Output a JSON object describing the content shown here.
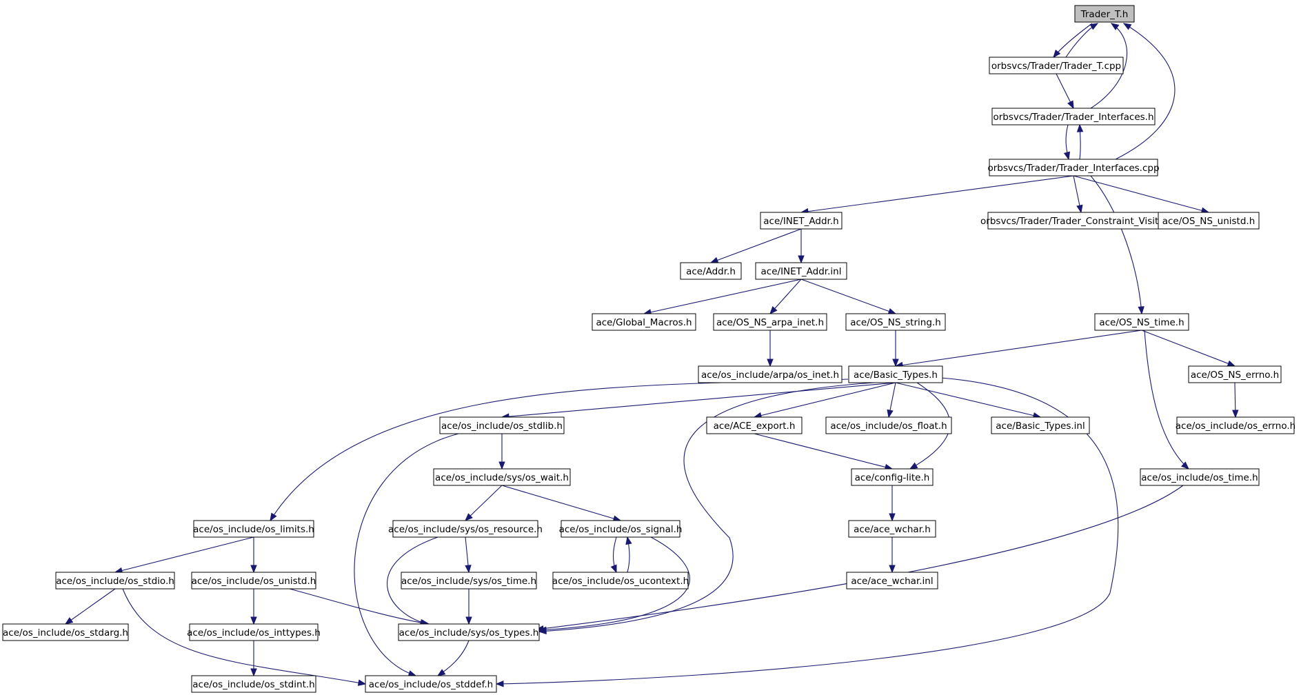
{
  "diagram": {
    "colors": {
      "edge": "#191970",
      "node_border": "#000000",
      "root_fill": "#bfbfbf",
      "node_fill": "#ffffff"
    },
    "nodes": [
      {
        "id": "trader_t_h",
        "label": "Trader_T.h",
        "root": true
      },
      {
        "id": "trader_t_cpp",
        "label": "orbsvcs/Trader/Trader_T.cpp"
      },
      {
        "id": "trader_interfaces_h",
        "label": "orbsvcs/Trader/Trader_Interfaces.h"
      },
      {
        "id": "trader_interfaces_cpp",
        "label": "orbsvcs/Trader/Trader_Interfaces.cpp"
      },
      {
        "id": "inet_addr_h",
        "label": "ace/INET_Addr.h"
      },
      {
        "id": "constraint_visitors_h",
        "label": "orbsvcs/Trader/Trader_Constraint_Visitors.h"
      },
      {
        "id": "os_ns_unistd_h",
        "label": "ace/OS_NS_unistd.h"
      },
      {
        "id": "addr_h",
        "label": "ace/Addr.h"
      },
      {
        "id": "inet_addr_inl",
        "label": "ace/INET_Addr.inl"
      },
      {
        "id": "global_macros_h",
        "label": "ace/Global_Macros.h"
      },
      {
        "id": "os_ns_arpa_inet_h",
        "label": "ace/OS_NS_arpa_inet.h"
      },
      {
        "id": "os_ns_string_h",
        "label": "ace/OS_NS_string.h"
      },
      {
        "id": "os_ns_time_h",
        "label": "ace/OS_NS_time.h"
      },
      {
        "id": "os_inet_h",
        "label": "ace/os_include/arpa/os_inet.h"
      },
      {
        "id": "basic_types_h",
        "label": "ace/Basic_Types.h"
      },
      {
        "id": "os_ns_errno_h",
        "label": "ace/OS_NS_errno.h"
      },
      {
        "id": "os_stdlib_h",
        "label": "ace/os_include/os_stdlib.h"
      },
      {
        "id": "ace_export_h",
        "label": "ace/ACE_export.h"
      },
      {
        "id": "os_float_h",
        "label": "ace/os_include/os_float.h"
      },
      {
        "id": "basic_types_inl",
        "label": "ace/Basic_Types.inl"
      },
      {
        "id": "os_errno_h",
        "label": "ace/os_include/os_errno.h"
      },
      {
        "id": "os_wait_h",
        "label": "ace/os_include/sys/os_wait.h"
      },
      {
        "id": "config_lite_h",
        "label": "ace/config-lite.h"
      },
      {
        "id": "os_time_h",
        "label": "ace/os_include/os_time.h"
      },
      {
        "id": "os_limits_h",
        "label": "ace/os_include/os_limits.h"
      },
      {
        "id": "os_resource_h",
        "label": "ace/os_include/sys/os_resource.h"
      },
      {
        "id": "os_signal_h",
        "label": "ace/os_include/os_signal.h"
      },
      {
        "id": "ace_wchar_h",
        "label": "ace/ace_wchar.h"
      },
      {
        "id": "os_stdio_h",
        "label": "ace/os_include/os_stdio.h"
      },
      {
        "id": "os_unistd_h",
        "label": "ace/os_include/os_unistd.h"
      },
      {
        "id": "sys_os_time_h",
        "label": "ace/os_include/sys/os_time.h"
      },
      {
        "id": "os_ucontext_h",
        "label": "ace/os_include/os_ucontext.h"
      },
      {
        "id": "ace_wchar_inl",
        "label": "ace/ace_wchar.inl"
      },
      {
        "id": "os_stdarg_h",
        "label": "ace/os_include/os_stdarg.h"
      },
      {
        "id": "os_inttypes_h",
        "label": "ace/os_include/os_inttypes.h"
      },
      {
        "id": "os_types_h",
        "label": "ace/os_include/sys/os_types.h"
      },
      {
        "id": "os_stdint_h",
        "label": "ace/os_include/os_stdint.h"
      },
      {
        "id": "os_stddef_h",
        "label": "ace/os_include/os_stddef.h"
      }
    ],
    "edges": [
      {
        "from": "trader_t_h",
        "to": "trader_t_cpp"
      },
      {
        "from": "trader_t_cpp",
        "to": "trader_t_h"
      },
      {
        "from": "trader_t_cpp",
        "to": "trader_interfaces_h"
      },
      {
        "from": "trader_interfaces_h",
        "to": "trader_t_h"
      },
      {
        "from": "trader_interfaces_h",
        "to": "trader_interfaces_cpp"
      },
      {
        "from": "trader_interfaces_cpp",
        "to": "trader_interfaces_h"
      },
      {
        "from": "trader_interfaces_cpp",
        "to": "trader_t_h"
      },
      {
        "from": "trader_interfaces_cpp",
        "to": "inet_addr_h"
      },
      {
        "from": "trader_interfaces_cpp",
        "to": "constraint_visitors_h"
      },
      {
        "from": "trader_interfaces_cpp",
        "to": "os_ns_unistd_h"
      },
      {
        "from": "trader_interfaces_cpp",
        "to": "os_ns_time_h"
      },
      {
        "from": "inet_addr_h",
        "to": "addr_h"
      },
      {
        "from": "inet_addr_h",
        "to": "inet_addr_inl"
      },
      {
        "from": "inet_addr_inl",
        "to": "global_macros_h"
      },
      {
        "from": "inet_addr_inl",
        "to": "os_ns_arpa_inet_h"
      },
      {
        "from": "inet_addr_inl",
        "to": "os_ns_string_h"
      },
      {
        "from": "os_ns_arpa_inet_h",
        "to": "os_inet_h"
      },
      {
        "from": "os_ns_string_h",
        "to": "basic_types_h"
      },
      {
        "from": "os_ns_time_h",
        "to": "basic_types_h"
      },
      {
        "from": "os_ns_time_h",
        "to": "os_ns_errno_h"
      },
      {
        "from": "os_ns_time_h",
        "to": "os_time_h"
      },
      {
        "from": "os_ns_errno_h",
        "to": "os_errno_h"
      },
      {
        "from": "basic_types_h",
        "to": "os_limits_h"
      },
      {
        "from": "basic_types_h",
        "to": "os_stdlib_h"
      },
      {
        "from": "basic_types_h",
        "to": "os_types_h"
      },
      {
        "from": "basic_types_h",
        "to": "ace_export_h"
      },
      {
        "from": "basic_types_h",
        "to": "os_float_h"
      },
      {
        "from": "basic_types_h",
        "to": "config_lite_h"
      },
      {
        "from": "basic_types_h",
        "to": "basic_types_inl"
      },
      {
        "from": "basic_types_h",
        "to": "os_stddef_h"
      },
      {
        "from": "os_stdlib_h",
        "to": "os_wait_h"
      },
      {
        "from": "os_stdlib_h",
        "to": "os_stddef_h"
      },
      {
        "from": "ace_export_h",
        "to": "config_lite_h"
      },
      {
        "from": "config_lite_h",
        "to": "ace_wchar_h"
      },
      {
        "from": "ace_wchar_h",
        "to": "ace_wchar_inl"
      },
      {
        "from": "os_wait_h",
        "to": "os_resource_h"
      },
      {
        "from": "os_wait_h",
        "to": "os_signal_h"
      },
      {
        "from": "os_resource_h",
        "to": "sys_os_time_h"
      },
      {
        "from": "os_resource_h",
        "to": "os_types_h"
      },
      {
        "from": "os_signal_h",
        "to": "os_ucontext_h"
      },
      {
        "from": "os_ucontext_h",
        "to": "os_signal_h"
      },
      {
        "from": "os_signal_h",
        "to": "os_types_h"
      },
      {
        "from": "sys_os_time_h",
        "to": "os_types_h"
      },
      {
        "from": "os_time_h",
        "to": "os_types_h"
      },
      {
        "from": "os_limits_h",
        "to": "os_stdio_h"
      },
      {
        "from": "os_limits_h",
        "to": "os_unistd_h"
      },
      {
        "from": "os_stdio_h",
        "to": "os_stdarg_h"
      },
      {
        "from": "os_stdio_h",
        "to": "os_stddef_h"
      },
      {
        "from": "os_unistd_h",
        "to": "os_inttypes_h"
      },
      {
        "from": "os_unistd_h",
        "to": "os_types_h"
      },
      {
        "from": "os_inttypes_h",
        "to": "os_stdint_h"
      },
      {
        "from": "os_types_h",
        "to": "os_stddef_h"
      }
    ]
  }
}
